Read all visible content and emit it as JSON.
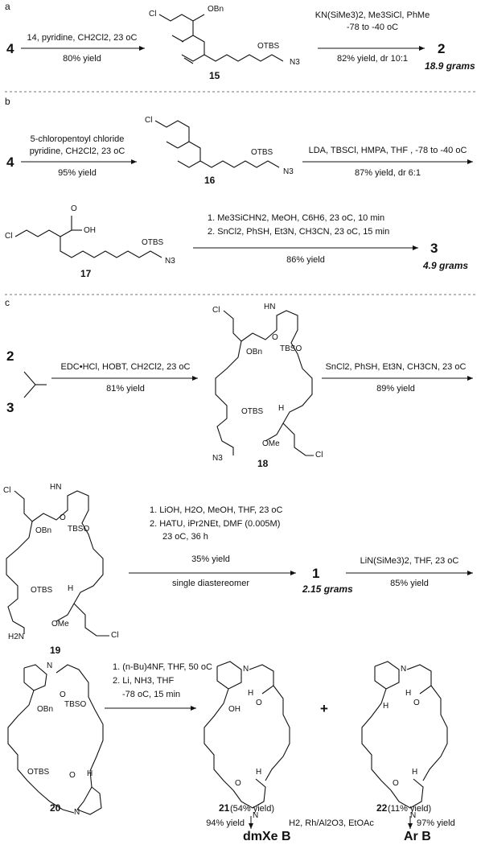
{
  "sections": {
    "a": {
      "label": "a",
      "start": "4",
      "step1": {
        "reagents": "14, pyridine, CH2Cl2, 23 oC",
        "yield": "80% yield"
      },
      "intermediate": "15",
      "int_atoms": {
        "cl": "Cl",
        "obn": "OBn",
        "otbs": "OTBS",
        "n3": "N3"
      },
      "step2": {
        "reagents": "KN(SiMe3)2, Me3SiCl, PhMe",
        "temp": "-78 to -40 oC",
        "yield": "82% yield, dr 10:1"
      },
      "product": "2",
      "grams": "18.9 grams"
    },
    "b": {
      "label": "b",
      "start": "4",
      "step1": {
        "reagents1": "5-chloropentoyl chloride",
        "reagents2": "pyridine, CH2Cl2, 23 oC",
        "yield": "95% yield"
      },
      "intermediate": "16",
      "int_atoms": {
        "cl": "Cl",
        "otbs": "OTBS",
        "n3": "N3"
      },
      "step2": {
        "reagents": "LDA, TBSCl, HMPA, THF , -78 to -40 oC",
        "yield": "87% yield, dr 6:1"
      },
      "intermediate2": "17",
      "int2_atoms": {
        "cl": "Cl",
        "o": "O",
        "oh": "OH",
        "otbs": "OTBS",
        "n3": "N3"
      },
      "step3": {
        "line1": "1. Me3SiCHN2, MeOH, C6H6, 23 oC, 10 min",
        "line2": "2. SnCl2, PhSH, Et3N, CH3CN, 23 oC, 15 min",
        "yield": "86% yield"
      },
      "product": "3",
      "grams": "4.9 grams"
    },
    "c": {
      "label": "c",
      "start1": "2",
      "start2": "3",
      "step1": {
        "reagents": "EDC•HCl, HOBT, CH2Cl2, 23 oC",
        "yield": "81% yield"
      },
      "intermediate": "18",
      "int_atoms": {
        "cl": "Cl",
        "hn": "HN",
        "o": "O",
        "obn": "OBn",
        "tbso": "TBSO",
        "otbs": "OTBS",
        "h": "H",
        "ome": "OMe",
        "n3": "N3",
        "cl2": "Cl"
      },
      "step2": {
        "reagents": "SnCl2, PhSH, Et3N, CH3CN, 23 oC",
        "yield": "89% yield"
      },
      "intermediate2": "19",
      "int2_atoms": {
        "cl": "Cl",
        "hn": "HN",
        "o": "O",
        "obn": "OBn",
        "tbso": "TBSO",
        "otbs": "OTBS",
        "h": "H",
        "h2n": "H2N",
        "ome": "OMe",
        "cl2": "Cl"
      },
      "step3": {
        "line1": "1. LiOH, H2O, MeOH, THF, 23 oC",
        "line2": "2. HATU, iPr2NEt, DMF (0.005M)",
        "line3": "23 oC, 36 h",
        "yield": "35% yield",
        "note": "single diastereomer"
      },
      "product": "1",
      "grams": "2.15 grams",
      "step4": {
        "reagents": "LiN(SiMe3)2, THF, 23 oC",
        "yield": "85% yield"
      },
      "intermediate3": "20",
      "int3_atoms": {
        "n": "N",
        "o": "O",
        "obn": "OBn",
        "tbso": "TBSO",
        "otbs": "OTBS",
        "o2": "O",
        "h": "H",
        "n2": "N"
      },
      "step5": {
        "line1": "1. (n-Bu)4NF, THF, 50 oC",
        "line2": "2. Li, NH3, THF",
        "line3": "-78 oC, 15 min"
      },
      "product21": {
        "label": "21",
        "yield": "(54% yield)",
        "atoms": {
          "n": "N",
          "h": "H",
          "o": "O",
          "oh": "OH",
          "h2": "H",
          "o2": "O",
          "n2": "N"
        }
      },
      "plus": "+",
      "product22": {
        "label": "22",
        "yield": "(11% yield)",
        "atoms": {
          "n": "N",
          "h": "H",
          "o": "O",
          "h2": "H",
          "h3": "H",
          "o2": "O",
          "n2": "N"
        }
      },
      "hydrogenation": "H2, Rh/Al2O3, EtOAc",
      "final_left": {
        "yield": "94% yield",
        "name": "dmXe B"
      },
      "final_right": {
        "yield": "97% yield",
        "name": "Ar B"
      }
    }
  }
}
